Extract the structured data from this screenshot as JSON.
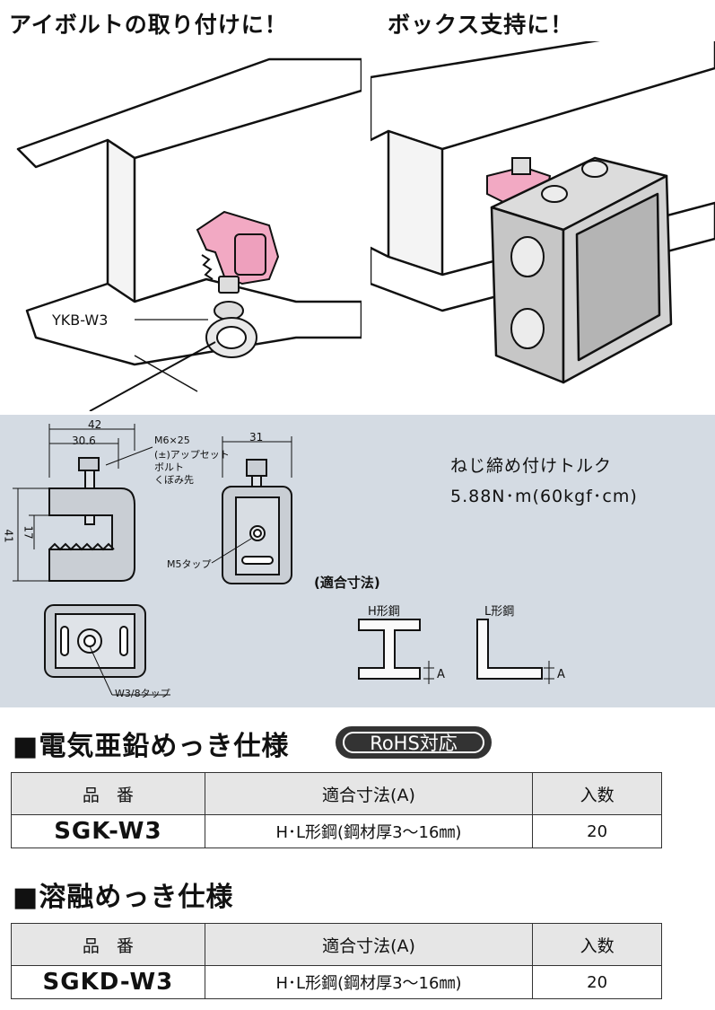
{
  "headings": {
    "left": "アイボルトの取り付けに！",
    "right": "ボックス支持に！"
  },
  "left_illustration": {
    "callout": "YKB-W3"
  },
  "dimensions": {
    "width_overall": "42",
    "width_inner": "30.6",
    "depth": "31",
    "height": "41",
    "height_inner": "17",
    "bolt_note": [
      "M6×25",
      "(±)アップセット",
      "ボルト",
      "くぼみ先"
    ],
    "m5_tap": "M5タップ",
    "w38_tap": "W3/8タップ",
    "torque_label": "ねじ締め付けトルク",
    "torque_value": "5.88N･m(60kgf･cm)",
    "fit_title": "(適合寸法)",
    "h_steel": "H形鋼",
    "l_steel": "L形鋼",
    "a_marker": "A"
  },
  "sections": [
    {
      "title": "■電気亜鉛めっき仕様",
      "badge": "RoHS対応",
      "headers": [
        "品　番",
        "適合寸法(A)",
        "入数"
      ],
      "row": {
        "model": "SGK-W3",
        "fit": "H･L形鋼(鋼材厚3〜16㎜)",
        "qty": "20"
      }
    },
    {
      "title": "■溶融めっき仕様",
      "headers": [
        "品　番",
        "適合寸法(A)",
        "入数"
      ],
      "row": {
        "model": "SGKD-W3",
        "fit": "H･L形鋼(鋼材厚3〜16㎜)",
        "qty": "20"
      }
    }
  ],
  "colors": {
    "accent_pink": "#f2a9c3",
    "panel_bg": "#d4dbe3",
    "badge_bg": "#333333"
  }
}
